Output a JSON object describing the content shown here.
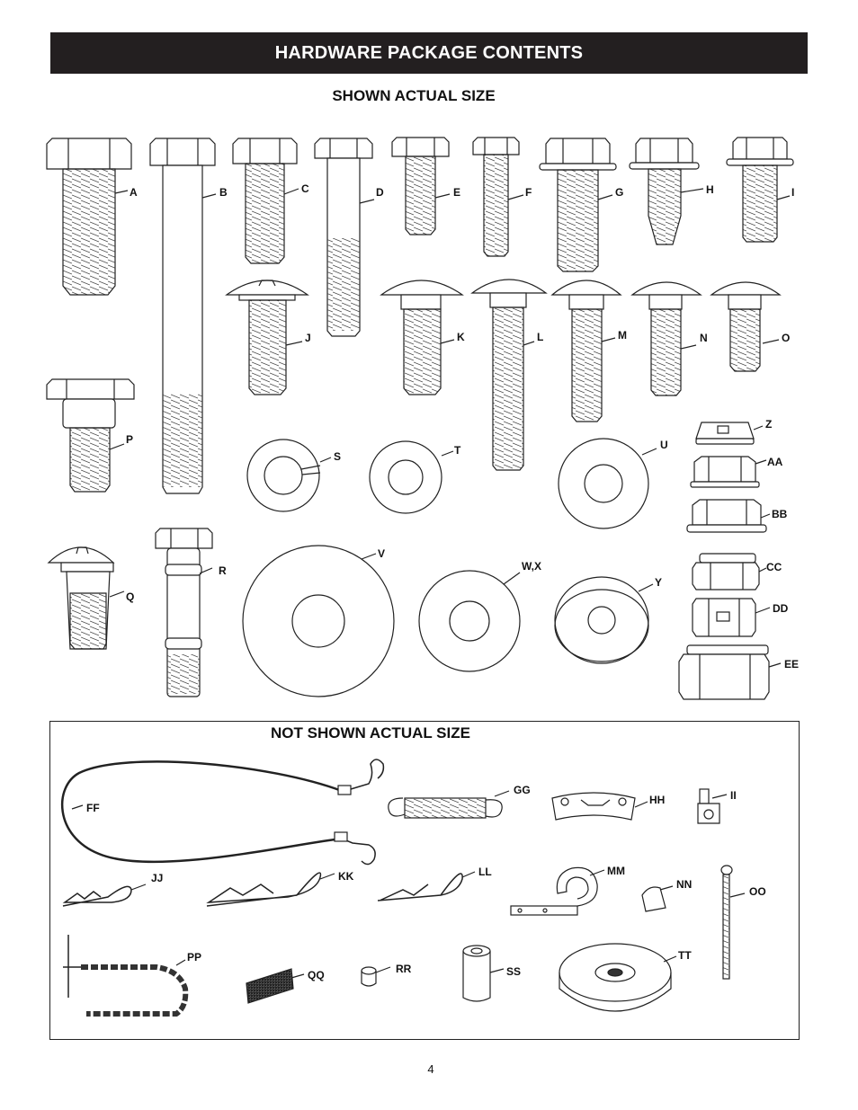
{
  "header": {
    "title": "HARDWARE PACKAGE CONTENTS"
  },
  "shown_section": {
    "title": "SHOWN ACTUAL SIZE",
    "labels": [
      "A",
      "B",
      "C",
      "D",
      "E",
      "F",
      "G",
      "H",
      "I",
      "J",
      "K",
      "L",
      "M",
      "N",
      "O",
      "P",
      "S",
      "T",
      "U",
      "Z",
      "AA",
      "BB",
      "Q",
      "R",
      "V",
      "W,X",
      "Y",
      "CC",
      "DD",
      "EE"
    ]
  },
  "not_shown_section": {
    "title": "NOT SHOWN ACTUAL SIZE",
    "labels": [
      "FF",
      "GG",
      "HH",
      "II",
      "JJ",
      "KK",
      "LL",
      "MM",
      "NN",
      "OO",
      "PP",
      "QQ",
      "RR",
      "SS",
      "TT"
    ]
  },
  "footer": {
    "page_number": "4"
  }
}
